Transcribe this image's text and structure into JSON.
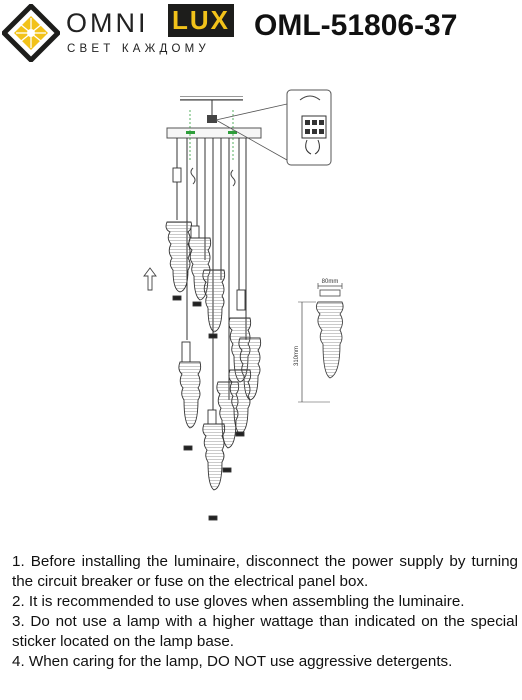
{
  "brand": {
    "name_left": "OMNI",
    "name_right": "LUX",
    "tagline": "СВЕТ КАЖДОМУ",
    "accent": "#f2c21a",
    "dark": "#1d1d1b"
  },
  "model": "OML-51806-37",
  "dimensions": {
    "width_label": "80mm",
    "height_label": "310mm"
  },
  "instructions": [
    "1. Before installing the luminaire, disconnect the power supply by turning the circuit breaker or fuse on the electrical panel box.",
    "2. It is recommended to use gloves when assembling the luminaire.",
    "3. Do not use a lamp with a higher wattage than indicated on the special sticker located on the lamp base.",
    "4. When caring for the lamp, DO NOT use aggressive detergents."
  ]
}
